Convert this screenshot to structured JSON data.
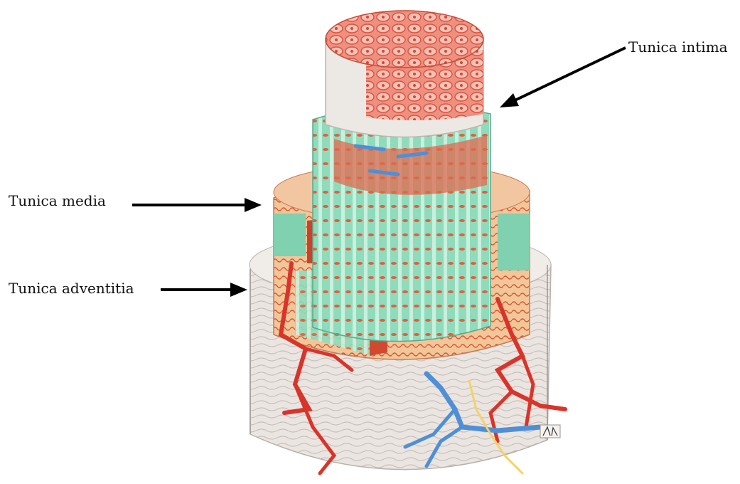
{
  "labels": {
    "intima": "Tunica intima",
    "media": "Tunica media",
    "adventitia": "Tunica adventitia"
  },
  "colors": {
    "intima_endothelium": "#e8705e",
    "intima_band": "#ece8e4",
    "media_green": "#7fd1b0",
    "media_red": "#d95a3a",
    "adventitia": "#e9e3df",
    "artery": "#d9342a",
    "vein": "#4f8fd6",
    "nerve": "#f2d36a",
    "arrow": "#000000"
  }
}
